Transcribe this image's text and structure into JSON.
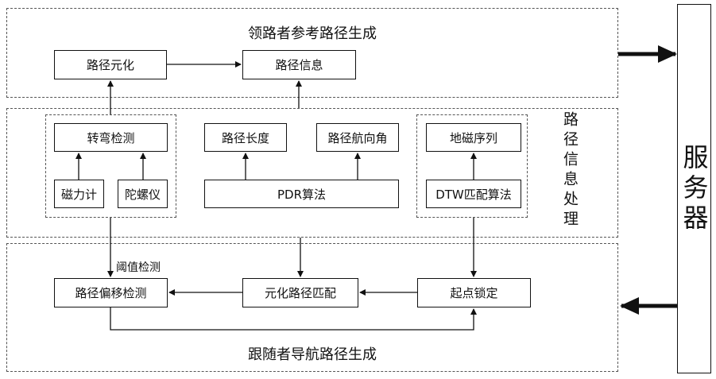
{
  "regions": {
    "leader": {
      "title": "领路者参考路径生成"
    },
    "info": {
      "title": "路径信息处理"
    },
    "follower": {
      "title": "跟随者导航路径生成"
    }
  },
  "server": {
    "label": "服务器"
  },
  "boxes": {
    "path_unit": "路径元化",
    "path_info": "路径信息",
    "turn_detect": "转弯检测",
    "magnetometer": "磁力计",
    "gyroscope": "陀螺仪",
    "path_length": "路径长度",
    "path_heading": "路径航向角",
    "pdr": "PDR算法",
    "geomag_seq": "地磁序列",
    "dtw": "DTW匹配算法",
    "offset_detect": "路径偏移检测",
    "unit_match": "元化路径匹配",
    "start_lock": "起点锁定"
  },
  "labels": {
    "threshold": "阈值检测"
  }
}
